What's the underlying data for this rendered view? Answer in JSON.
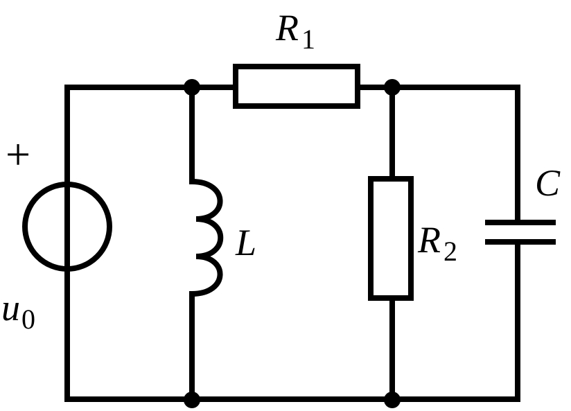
{
  "circuit": {
    "source": {
      "symbol": "u",
      "subscript": "0",
      "polarity": "+"
    },
    "resistor1": {
      "symbol": "R",
      "subscript": "1"
    },
    "resistor2": {
      "symbol": "R",
      "subscript": "2"
    },
    "inductor": {
      "symbol": "L"
    },
    "capacitor": {
      "symbol": "C"
    }
  }
}
